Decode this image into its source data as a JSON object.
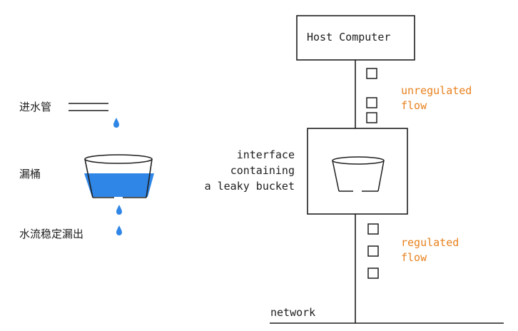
{
  "left": {
    "inlet_label": "进水管",
    "bucket_label": "漏桶",
    "outflow_label": "水流稳定漏出"
  },
  "right": {
    "host_label": "Host Computer",
    "unregulated_label_line1": "unregulated",
    "unregulated_label_line2": "flow",
    "interface_line1": "interface",
    "interface_line2": "containing",
    "interface_line3": "a leaky bucket",
    "regulated_label_line1": "regulated",
    "regulated_label_line2": "flow",
    "network_label": "network"
  },
  "colors": {
    "stroke": "#1e1e1e",
    "water": "#2f86e6",
    "accent": "#e8811e"
  }
}
